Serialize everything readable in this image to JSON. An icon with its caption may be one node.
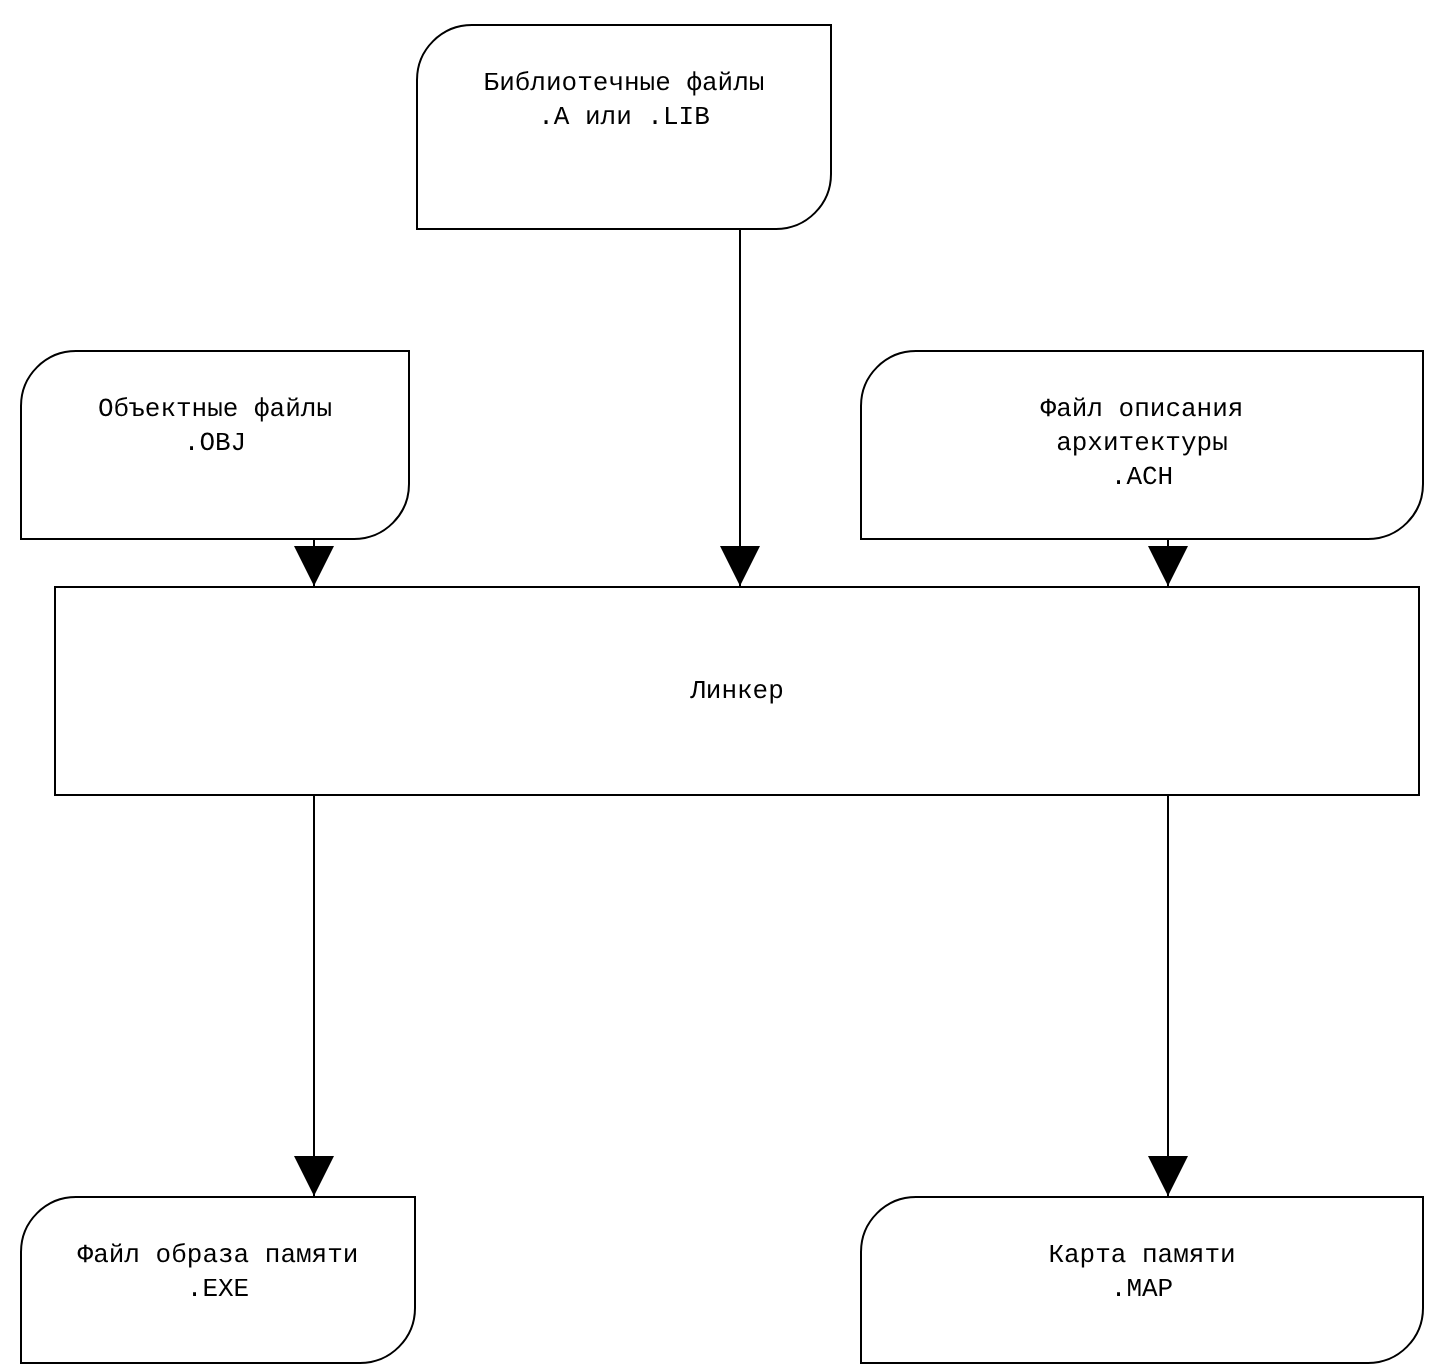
{
  "diagram": {
    "nodes": [
      {
        "text": [
          "Библиотечные файлы",
          ".A или .LIB"
        ]
      },
      {
        "text": [
          "Объектные файлы",
          ".OBJ"
        ]
      },
      {
        "text": [
          "Файл описания архитектуры",
          ".ACH"
        ]
      },
      {
        "text": [
          "Линкер"
        ]
      },
      {
        "text": [
          "Файл образа памяти",
          ".EXE"
        ]
      },
      {
        "text": [
          "Карта памяти",
          ".MAP"
        ]
      }
    ],
    "edges": [
      {
        "from": 1,
        "to": 3,
        "arrow": "to"
      },
      {
        "from": 0,
        "to": 3,
        "arrow": "to"
      },
      {
        "from": 2,
        "to": 3,
        "arrow": "to"
      },
      {
        "from": 3,
        "to": 4,
        "arrow": "to"
      },
      {
        "from": 3,
        "to": 5,
        "arrow": "to"
      }
    ]
  }
}
